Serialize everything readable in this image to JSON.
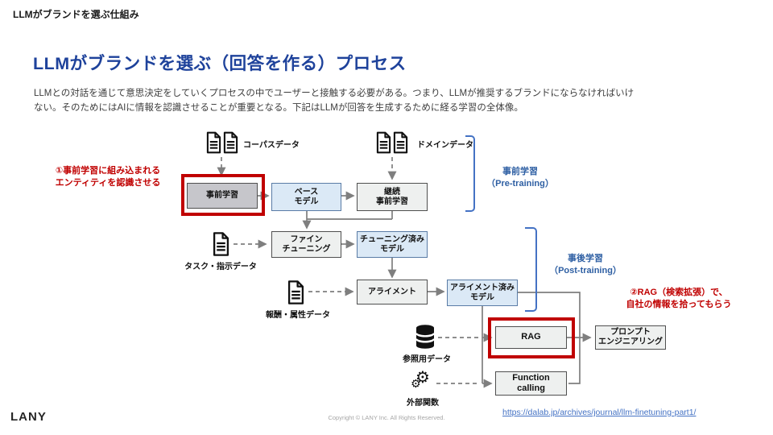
{
  "slide": {
    "header": "LLMがブランドを選ぶ仕組み",
    "title": "LLMがブランドを選ぶ（回答を作る）プロセス",
    "body_line1": "LLMとの対話を通じて意思決定をしていくプロセスの中でユーザーと接触する必要がある。つまり、LLMが推奨するブランドにならなければいけ",
    "body_line2": "ない。そのためにはAIに情報を認識させることが重要となる。下記はLLMが回答を生成するために経る学習の全体像。"
  },
  "diagram": {
    "data_labels": {
      "corpus": "コーパスデータ",
      "domain": "ドメインデータ",
      "task": "タスク・指示データ",
      "reward": "報酬・属性データ",
      "reference": "参照用データ",
      "external": "外部関数"
    },
    "boxes": {
      "pretraining": "事前学習",
      "base_model": "ベース\nモデル",
      "continual_pretraining": "継続\n事前学習",
      "fine_tuning": "ファイン\nチューニング",
      "tuned_model": "チューニング済み\nモデル",
      "alignment": "アライメント",
      "aligned_model": "アライメント済み\nモデル",
      "rag": "RAG",
      "prompt_engineering": "プロンプト\nエンジニアリング",
      "function_calling": "Function\ncalling"
    },
    "stages": {
      "pretraining": "事前学習\n（Pre-training）",
      "posttraining": "事後学習\n（Post-training）"
    },
    "annotations": {
      "one": "①事前学習に組み込まれる\nエンティティを認識させる",
      "two": "②RAG（検索拡張）で、\n自社の情報を拾ってもらう"
    },
    "icons": {
      "gear_glyph": "⚙"
    }
  },
  "footer": {
    "logo": "LANY",
    "copyright": "Copyright © LANY Inc. All Rights Reserved.",
    "link": "https://dalab.jp/archives/journal/llm-finetuning-part1/"
  },
  "colors": {
    "title_blue": "#1e429b",
    "stage_blue": "#2e5fa3",
    "highlight_red": "#c00000",
    "link_blue": "#4472c4",
    "box_blue_fill": "#dbe9f6",
    "box_gray_fill": "#c6c6cb",
    "box_light_fill": "#eef0ef",
    "connector_gray": "#7f7f7f",
    "bracket_blue": "#4472c4"
  }
}
